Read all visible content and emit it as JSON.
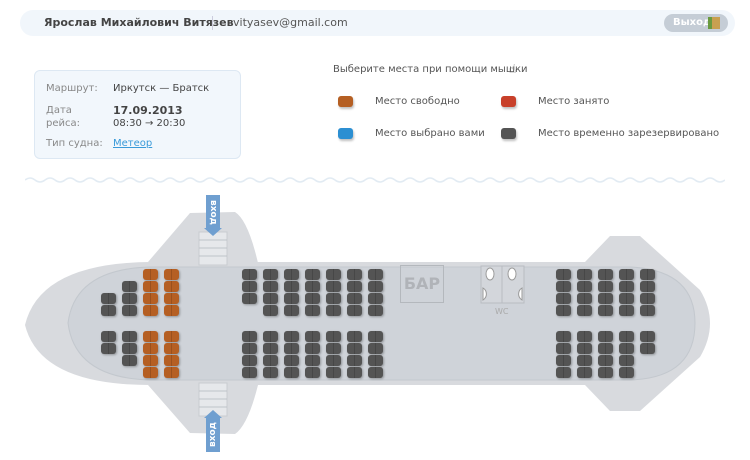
{
  "header": {
    "user_name": "Ярослав Михайлович Витязев",
    "email": "vityasev@gmail.com",
    "logout_label": "Выход"
  },
  "trip": {
    "route_label": "Маршрут:",
    "route_value": "Иркутск — Братск",
    "date_label_1": "Дата",
    "date_label_2": "рейса:",
    "date_value": "17.09.2013",
    "time_value": "08:30 → 20:30",
    "vessel_label": "Тип судна:",
    "vessel_value": "Метеор"
  },
  "legend": {
    "hint": "Выберите места при помощи мышки",
    "items": [
      {
        "label": "Место свободно",
        "status": "free",
        "color": "#b55f23"
      },
      {
        "label": "Место занято",
        "status": "busy",
        "color": "#c8402a"
      },
      {
        "label": "Место выбрано вами",
        "status": "selected",
        "color": "#2c8fd2"
      },
      {
        "label": "Место временно зарезервировано",
        "status": "reserved",
        "color": "#545454"
      }
    ]
  },
  "ship": {
    "entry_label": "вход",
    "bar_label": "БАР",
    "wc_label": "WC",
    "sections": [
      {
        "name": "bow",
        "side": "top",
        "columns": [
          {
            "count": 2,
            "status": "reserved",
            "align": "bottom"
          },
          {
            "count": 3,
            "status": "reserved",
            "align": "bottom"
          },
          {
            "count": 4,
            "status": "free"
          },
          {
            "count": 4,
            "status": "free"
          }
        ]
      },
      {
        "name": "bow",
        "side": "bottom",
        "columns": [
          {
            "count": 2,
            "status": "reserved"
          },
          {
            "count": 3,
            "status": "reserved"
          },
          {
            "count": 4,
            "status": "free"
          },
          {
            "count": 4,
            "status": "free"
          }
        ]
      },
      {
        "name": "mid",
        "side": "top",
        "columns": [
          {
            "count": 3,
            "status": "reserved"
          },
          {
            "count": 4,
            "status": "reserved"
          },
          {
            "count": 4,
            "status": "reserved"
          },
          {
            "count": 4,
            "status": "reserved"
          },
          {
            "count": 4,
            "status": "reserved"
          },
          {
            "count": 4,
            "status": "reserved"
          },
          {
            "count": 4,
            "status": "reserved"
          }
        ]
      },
      {
        "name": "mid",
        "side": "bottom",
        "columns": [
          {
            "count": 4,
            "status": "reserved"
          },
          {
            "count": 4,
            "status": "reserved"
          },
          {
            "count": 4,
            "status": "reserved"
          },
          {
            "count": 4,
            "status": "reserved"
          },
          {
            "count": 4,
            "status": "reserved"
          },
          {
            "count": 4,
            "status": "reserved"
          },
          {
            "count": 4,
            "status": "reserved"
          }
        ]
      },
      {
        "name": "aft",
        "side": "top",
        "columns": [
          {
            "count": 4,
            "status": "reserved"
          },
          {
            "count": 4,
            "status": "reserved"
          },
          {
            "count": 4,
            "status": "reserved"
          },
          {
            "count": 4,
            "status": "reserved"
          },
          {
            "count": 4,
            "status": "reserved"
          }
        ]
      },
      {
        "name": "aft",
        "side": "bottom",
        "columns": [
          {
            "count": 4,
            "status": "reserved"
          },
          {
            "count": 4,
            "status": "reserved"
          },
          {
            "count": 4,
            "status": "reserved"
          },
          {
            "count": 4,
            "status": "reserved"
          },
          {
            "count": 2,
            "status": "reserved"
          }
        ]
      }
    ]
  }
}
